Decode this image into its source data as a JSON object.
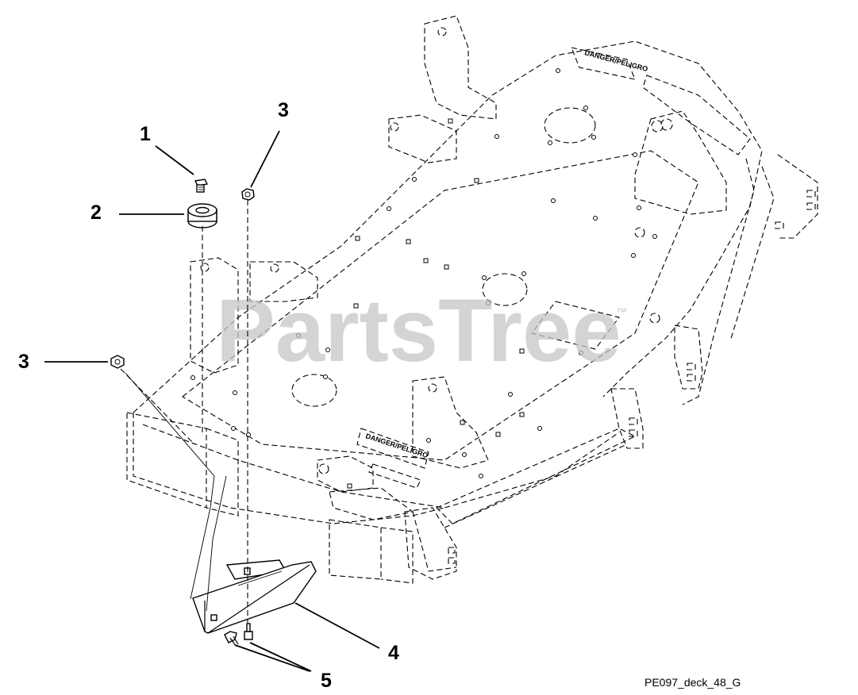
{
  "watermark": {
    "text": "PartsTree",
    "trademark": "™"
  },
  "drawing_id": "PE097_deck_48_G",
  "decals": {
    "warning_left": "DANGER/PELIGRO",
    "warning_rear": "DANGER/PELIGRO"
  },
  "callouts": [
    {
      "id": "callout-1",
      "label": "1"
    },
    {
      "id": "callout-2",
      "label": "2"
    },
    {
      "id": "callout-3-top",
      "label": "3"
    },
    {
      "id": "callout-3-left",
      "label": "3"
    },
    {
      "id": "callout-4",
      "label": "4"
    },
    {
      "id": "callout-5",
      "label": "5"
    }
  ]
}
